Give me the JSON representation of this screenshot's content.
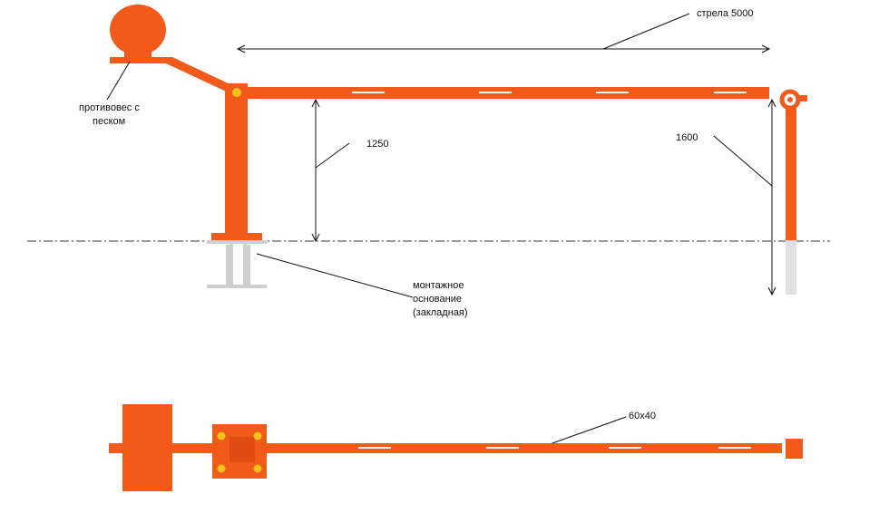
{
  "labels": {
    "boom_length": "стрела 5000",
    "counterweight_line1": "противовес с",
    "counterweight_line2": "песком",
    "height_1250": "1250",
    "height_1600": "1600",
    "base_line1": "монтажное",
    "base_line2": "основание",
    "base_line3": "(закладная)",
    "profile": "60x40"
  },
  "colors": {
    "steel": "#f25a1a",
    "steel_dark": "#e04c12",
    "highlight": "#ffffff",
    "bolt": "#f7c21a",
    "embed": "#cfcfcf",
    "dimension": "#111111"
  }
}
